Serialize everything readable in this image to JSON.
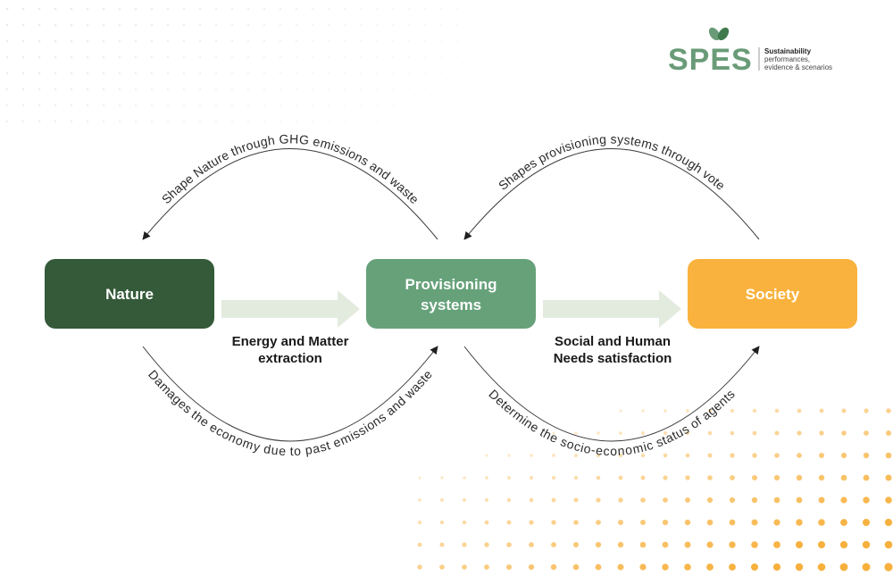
{
  "logo": {
    "name": "SPES",
    "tagline_line1": "Sustainability",
    "tagline_line2": "performances,",
    "tagline_line3": "evidence & scenarios"
  },
  "nodes": {
    "nature": {
      "label": "Nature",
      "color": "#345a39"
    },
    "provisioning": {
      "label_line1": "Provisioning",
      "label_line2": "systems",
      "color": "#66a17a"
    },
    "society": {
      "label": "Society",
      "color": "#f9b23d"
    }
  },
  "flows": {
    "nature_to_provisioning": {
      "line1": "Energy and Matter",
      "line2": "extraction"
    },
    "provisioning_to_society": {
      "line1": "Social and Human",
      "line2": "Needs satisfaction"
    }
  },
  "arcs": {
    "top_left": "Shape Nature through GHG emissions and waste",
    "top_right": "Shapes provisioning systems through vote",
    "bottom_left": "Damages the economy due to past emissions and waste",
    "bottom_right": "Determine the socio-economic status of agents"
  },
  "colors": {
    "arrow_fill": "#e3ebdf",
    "leaf_green": "#6a9b78",
    "dot_orange": "#f7b03d"
  }
}
